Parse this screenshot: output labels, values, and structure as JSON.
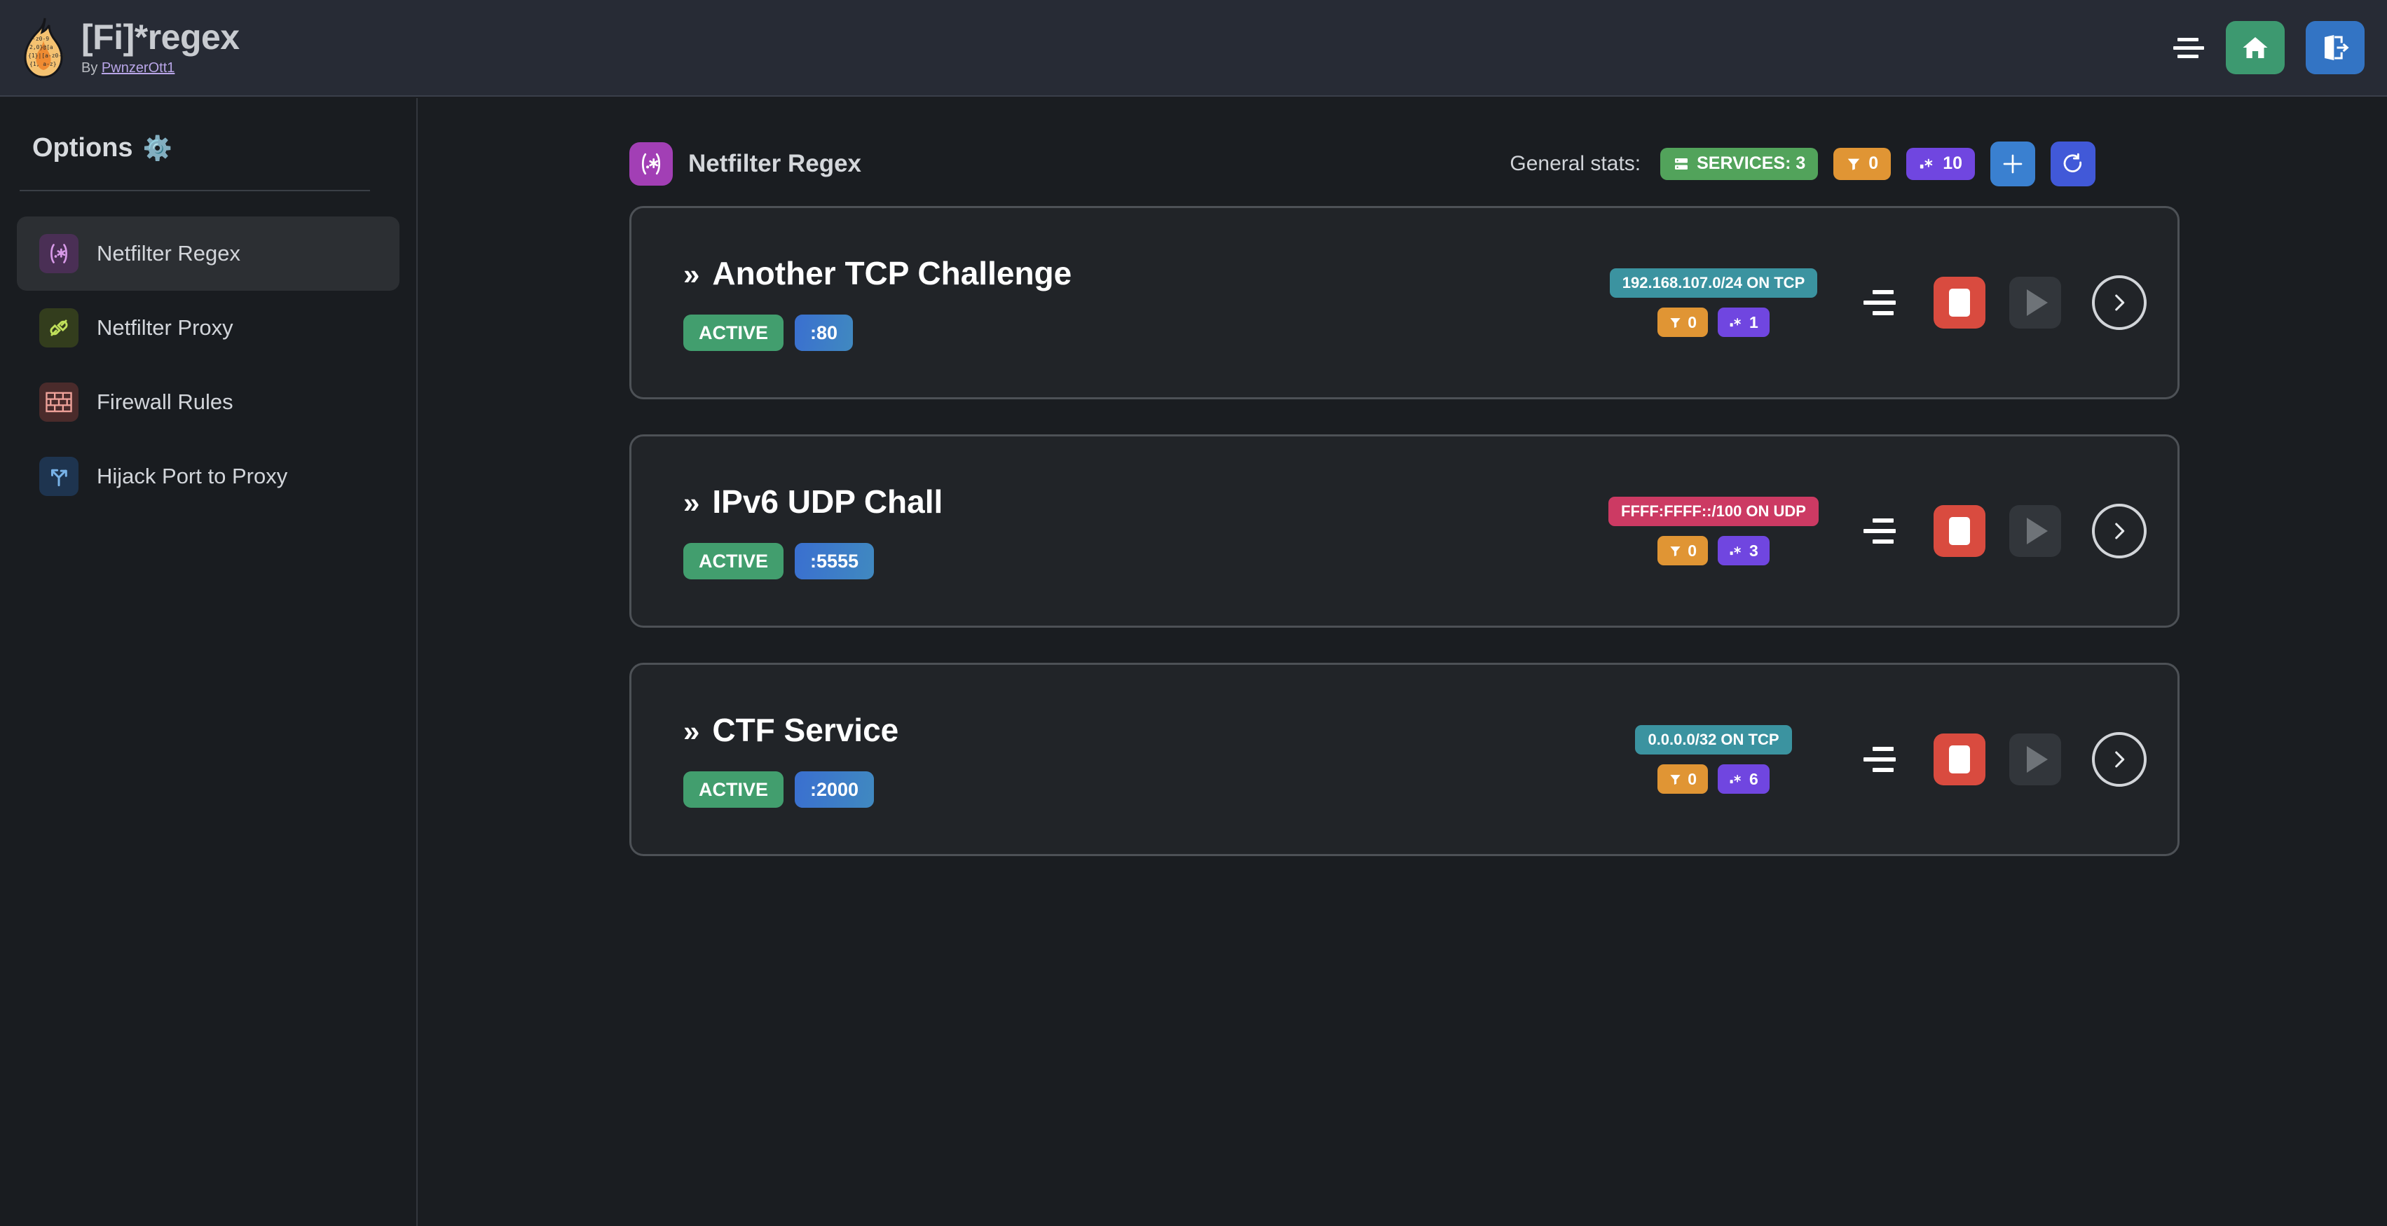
{
  "header": {
    "logo_icon": "flame-regex-logo",
    "app_title": "[Fi]*regex",
    "by_prefix": "By ",
    "author": "PwnzerOtt1",
    "menu_icon": "hamburger-menu-icon",
    "home_icon": "home-icon",
    "logout_icon": "logout-icon",
    "bg_color": "#272b35"
  },
  "sidebar": {
    "title": "Options",
    "gear_icon": "gear-icon",
    "items": [
      {
        "label": "Netfilter Regex",
        "icon": "regex-icon",
        "active": true
      },
      {
        "label": "Netfilter Proxy",
        "icon": "plug-icon",
        "active": false
      },
      {
        "label": "Firewall Rules",
        "icon": "brick-wall-icon",
        "active": false
      },
      {
        "label": "Hijack Port to Proxy",
        "icon": "fork-arrow-icon",
        "active": false
      }
    ]
  },
  "main": {
    "page_icon": "regex-icon",
    "page_title": "Netfilter Regex",
    "stats_label": "General stats:",
    "stats": {
      "services_icon": "server-icon",
      "services_label": "SERVICES: 3",
      "filter_icon": "filter-icon",
      "filter_count": "0",
      "regex_icon": "regex-dot-star-icon",
      "regex_count": "10",
      "add_icon": "plus-icon",
      "refresh_icon": "refresh-icon"
    },
    "services": [
      {
        "chevron": "»",
        "name": "Another TCP Challenge",
        "status": "ACTIVE",
        "port": ":80",
        "network": "192.168.107.0/24 ON TCP",
        "network_proto": "tcp",
        "filter_count": "0",
        "regex_count": "1",
        "list_icon": "list-icon",
        "stop_icon": "stop-icon",
        "play_icon": "play-icon",
        "detail_icon": "chevron-right-icon"
      },
      {
        "chevron": "»",
        "name": "IPv6 UDP Chall",
        "status": "ACTIVE",
        "port": ":5555",
        "network": "FFFF:FFFF::/100 ON UDP",
        "network_proto": "udp",
        "filter_count": "0",
        "regex_count": "3",
        "list_icon": "list-icon",
        "stop_icon": "stop-icon",
        "play_icon": "play-icon",
        "detail_icon": "chevron-right-icon"
      },
      {
        "chevron": "»",
        "name": "CTF Service",
        "status": "ACTIVE",
        "port": ":2000",
        "network": "0.0.0.0/32 ON TCP",
        "network_proto": "tcp",
        "filter_count": "0",
        "regex_count": "6",
        "list_icon": "list-icon",
        "stop_icon": "stop-icon",
        "play_icon": "play-icon",
        "detail_icon": "chevron-right-icon"
      }
    ]
  },
  "colors": {
    "page_bg": "#1a1d21",
    "header_bg": "#272b35",
    "sidebar_bg": "#191c20",
    "card_bg": "#212428",
    "card_border": "#4d5156",
    "accent_green": "#429e6e",
    "accent_blue": "#3a6fd0",
    "accent_red": "#d94b3f",
    "accent_orange": "#e09534",
    "accent_purple": "#7046e0",
    "accent_teal": "#3b93a0",
    "accent_pink": "#cc3a63"
  }
}
